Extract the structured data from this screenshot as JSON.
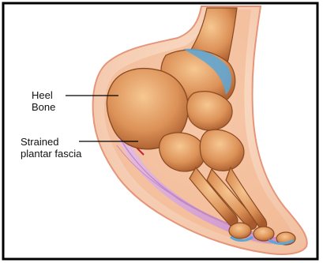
{
  "labels": {
    "heel_bone_line1": "Heel",
    "heel_bone_line2": "Bone",
    "strained_line1": "Strained",
    "strained_line2": "plantar fascia"
  },
  "colors": {
    "frame": "#000000",
    "skin_outer": "#f6cdb0",
    "skin_edge": "#e6957a",
    "bone_light": "#f0b47c",
    "bone_mid": "#d98a4f",
    "bone_dark": "#a85a2c",
    "cartilage_blue": "#5aa7d8",
    "fascia": "#d9a9d9",
    "strain_red": "#c0213a"
  }
}
